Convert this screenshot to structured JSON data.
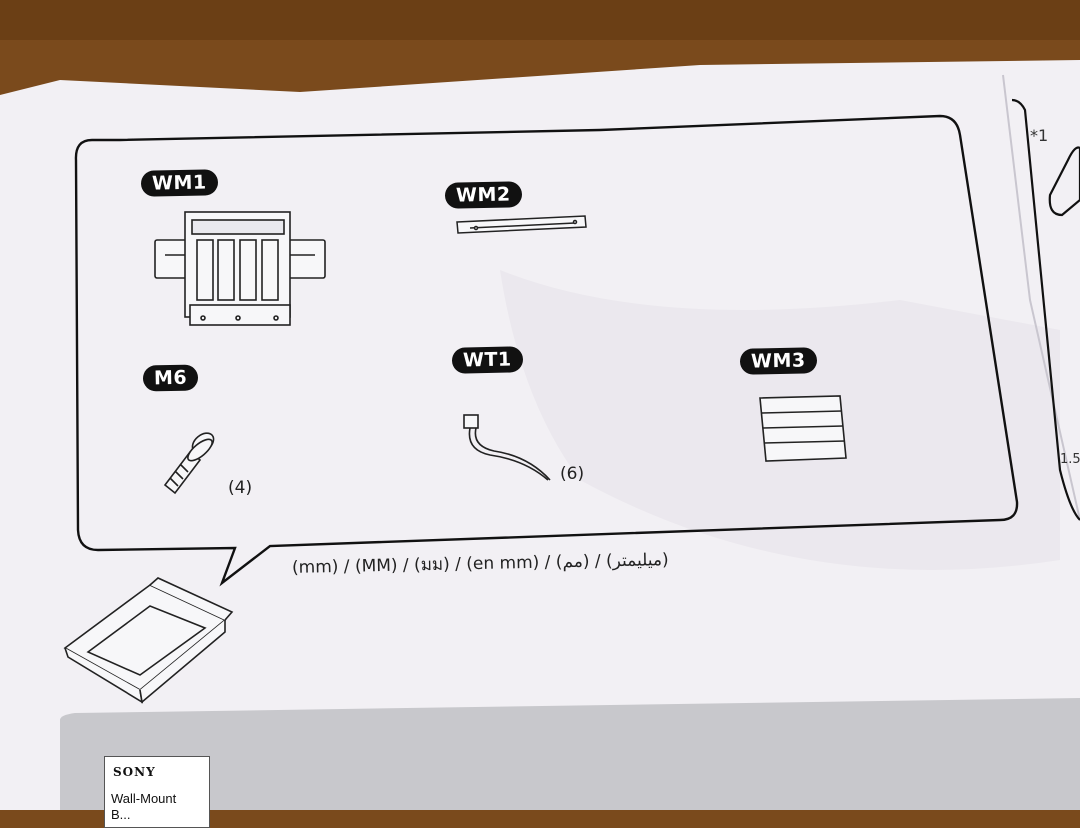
{
  "parts": [
    {
      "id": "wm1",
      "code": "WM1",
      "count": ""
    },
    {
      "id": "wm2",
      "code": "WM2",
      "count": ""
    },
    {
      "id": "m6",
      "code": "M6",
      "count": "(4)"
    },
    {
      "id": "wt1",
      "code": "WT1",
      "count": "(6)"
    },
    {
      "id": "wm3",
      "code": "WM3",
      "count": ""
    }
  ],
  "units_line": "(mm) / (MM) / (มม) / (en mm) / (مم) / (ميليمتر)",
  "side_panel": {
    "note_marker": "*1",
    "partial_value": "1.5"
  },
  "product_label": {
    "brand": "SONY",
    "product": "Wall-Mount",
    "product_line2": "B..."
  },
  "colors": {
    "paper": "#f3f1f4",
    "ink": "#111111",
    "table": "#7a4a1c",
    "gray_band": "#c8c8cc"
  }
}
